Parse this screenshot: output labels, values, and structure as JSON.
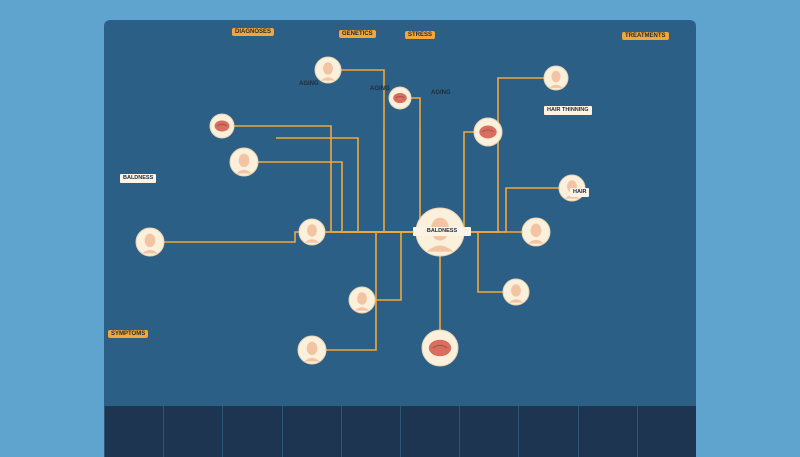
{
  "diagram": {
    "center": {
      "title": "BALDNESS"
    },
    "nodes": [
      {
        "key": "aging",
        "label": "AGING"
      },
      {
        "key": "aging2",
        "label": "AGING"
      },
      {
        "key": "aging3",
        "label": "AGING"
      }
    ],
    "tags": {
      "diagnoses": "DIAGNOSES",
      "genetics": "GENETICS",
      "stress": "STRESS",
      "symptoms": "SYMPTOMS",
      "hair_thinning": "HAIR THINNING",
      "hair_loss": "HAIR",
      "baldness_small": "BALDNESS",
      "treatments": "TREATMENTS"
    },
    "colors": {
      "background": "#5fa3cf",
      "board": "#2c5f86",
      "connector": "#f3a73a",
      "node_fill": "#fbf0dc",
      "skin": "#f2c4a3",
      "brain": "#d76e5e"
    }
  }
}
